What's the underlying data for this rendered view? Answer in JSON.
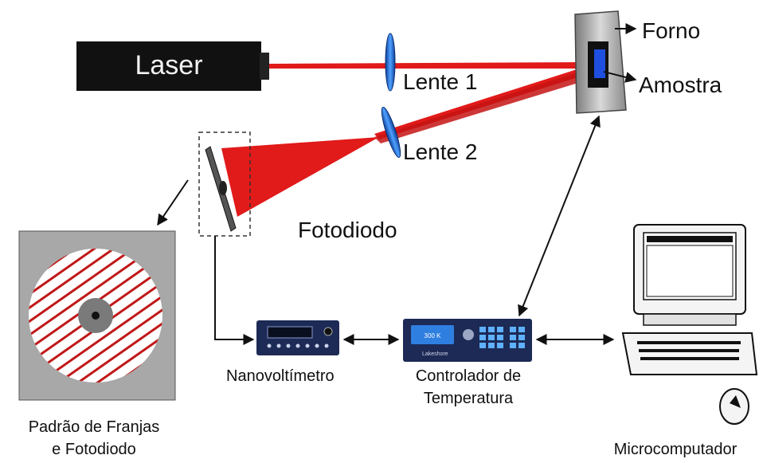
{
  "labels": {
    "laser": "Laser",
    "forno": "Forno",
    "amostra": "Amostra",
    "lente1": "Lente 1",
    "lente2": "Lente 2",
    "fotodiodo": "Fotodiodo",
    "padrao_line1": "Padrão de Franjas",
    "padrao_line2": "e Fotodiodo",
    "nanovoltimetro": "Nanovoltímetro",
    "controlador_line1": "Controlador de",
    "controlador_line2": "Temperatura",
    "microcomputador": "Microcomputador",
    "controller_display": "300 K",
    "controller_brand": "Lakeshore"
  },
  "colors": {
    "beam": "#e11a1a",
    "lens": "#1f6fd6",
    "sample": "#1e4fe0",
    "device": "#1c2a55",
    "frame_gray": "#a8a8a8"
  }
}
